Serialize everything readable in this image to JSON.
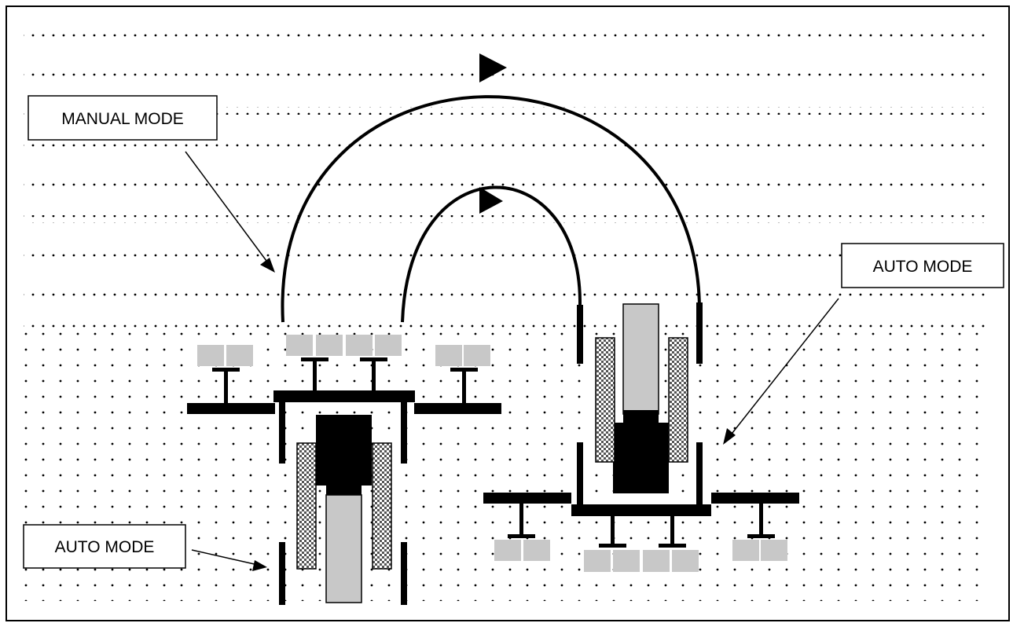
{
  "labels": {
    "manual_mode": "MANUAL MODE",
    "auto_mode_right": "AUTO MODE",
    "auto_mode_left": "AUTO MODE"
  },
  "colors": {
    "ink": "#000000",
    "paper": "#ffffff",
    "tank": "#c8c8c8",
    "crawler_track": "checkered gray"
  },
  "icons": {
    "arrowhead": "triangle",
    "track_pattern": "checkerboard"
  }
}
